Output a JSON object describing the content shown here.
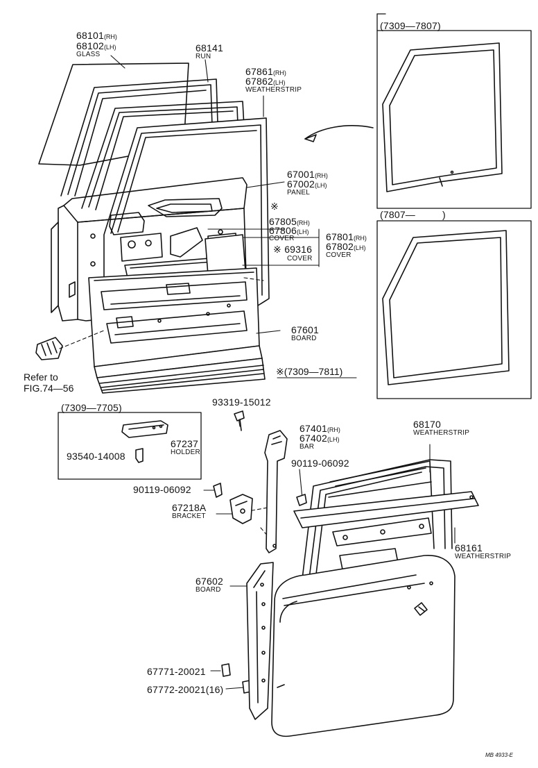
{
  "labels": {
    "glass": {
      "rh": "68101",
      "rh_tag": "(RH)",
      "lh": "68102",
      "lh_tag": "(LH)",
      "name": "GLASS"
    },
    "run": {
      "no": "68141",
      "name": "RUN"
    },
    "weatherstrip_upper": {
      "rh": "67861",
      "rh_tag": "(RH)",
      "lh": "67862",
      "lh_tag": "(LH)",
      "name": "WEATHERSTRIP"
    },
    "panel": {
      "rh": "67001",
      "rh_tag": "(RH)",
      "lh": "67002",
      "lh_tag": "(LH)",
      "name": "PANEL"
    },
    "cover_inner": {
      "mark": "※",
      "rh": "67805",
      "rh_tag": "(RH)",
      "lh": "67806",
      "lh_tag": "(LH)",
      "name": "COVER"
    },
    "cover_side": {
      "rh": "67801",
      "rh_tag": "(RH)",
      "lh": "67802",
      "lh_tag": "(LH)",
      "name": "COVER"
    },
    "cover_small": {
      "mark": "※",
      "no": "69316",
      "name": "COVER"
    },
    "board_upper": {
      "no": "67601",
      "name": "BOARD"
    },
    "refer": {
      "line1": "Refer to",
      "line2": "FIG.74—56"
    },
    "note": "※(7309—7811)",
    "range_1": "(7309—7807)",
    "range_2": "(7807—",
    "range_2_close": ")",
    "range_3": "(7309—7705)",
    "holder": {
      "no": "67237",
      "name": "HOLDER"
    },
    "screw_holder": "93540-14008",
    "bolt_top": "93319-15012",
    "bar": {
      "rh": "67401",
      "rh_tag": "(RH)",
      "lh": "67402",
      "lh_tag": "(LH)",
      "name": "BAR"
    },
    "screw_bar": "90119-06092",
    "screw_bracket": "90119-06092",
    "bracket": {
      "no": "67218A",
      "name": "BRACKET"
    },
    "weatherstrip_frame": {
      "no": "68170",
      "name": "WEATHERSTRIP"
    },
    "weatherstrip_belt": {
      "no": "68161",
      "name": "WEATHERSTRIP"
    },
    "board_lower": {
      "no": "67602",
      "name": "BOARD"
    },
    "clip1": "67771-20021",
    "clip2": "67772-20021(16)",
    "code": "MB 4933-E"
  }
}
